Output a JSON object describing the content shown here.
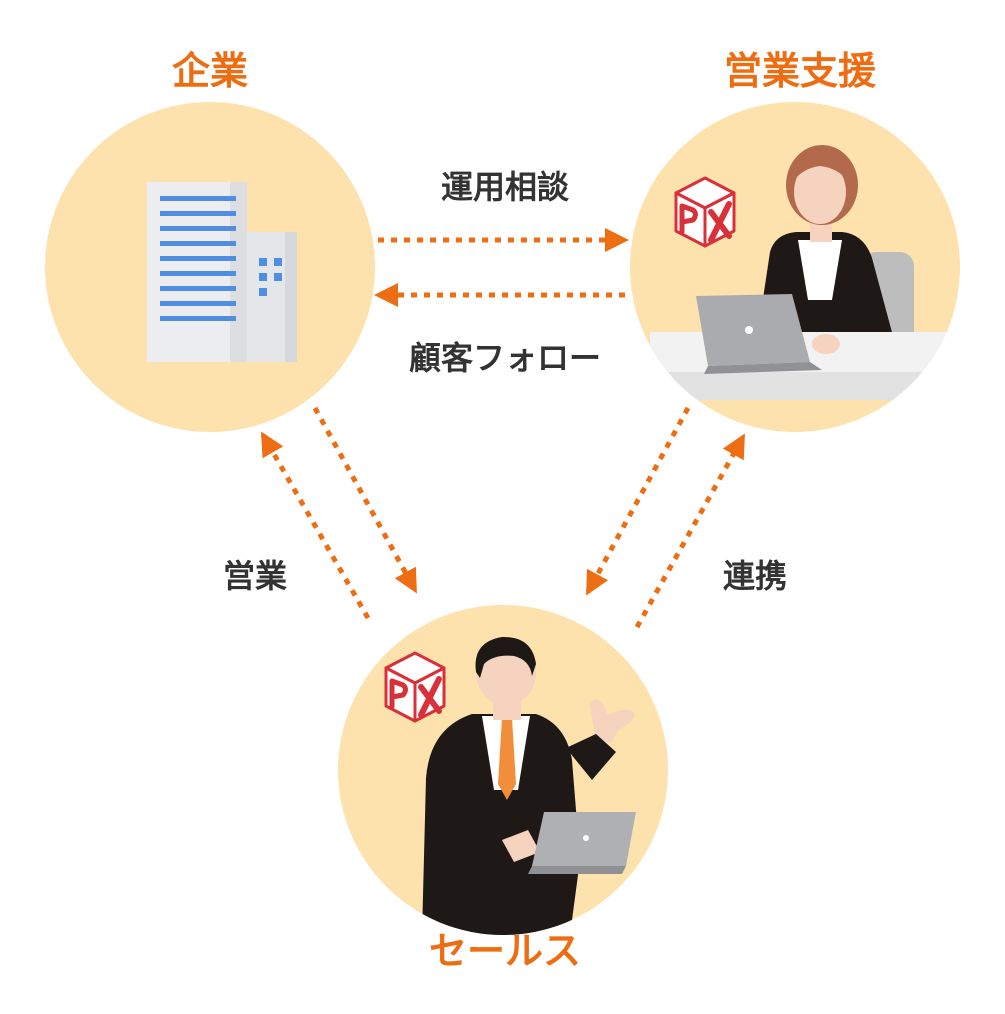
{
  "colors": {
    "accent": "#ef6d12",
    "circle": "#fde2ad",
    "text": "#333333",
    "suit": "#1e1917",
    "building": "#ecedf0",
    "window": "#4f8ee0",
    "laptop": "#aeb0b3",
    "logo": "#d9303a"
  },
  "nodes": {
    "company": {
      "title": "企業",
      "icon": "office-building-icon"
    },
    "support": {
      "title": "営業支援",
      "icon": "woman-at-desk-icon",
      "badge": "px-cube-logo"
    },
    "sales": {
      "title": "セールス",
      "icon": "salesman-with-laptop-icon",
      "badge": "px-cube-logo"
    }
  },
  "flows": {
    "consult": {
      "label": "運用相談",
      "from": "company",
      "to": "support"
    },
    "follow": {
      "label": "顧客フォロー",
      "from": "support",
      "to": "company"
    },
    "sales": {
      "label": "営業",
      "between": [
        "company",
        "sales"
      ]
    },
    "link": {
      "label": "連携",
      "between": [
        "support",
        "sales"
      ]
    }
  }
}
